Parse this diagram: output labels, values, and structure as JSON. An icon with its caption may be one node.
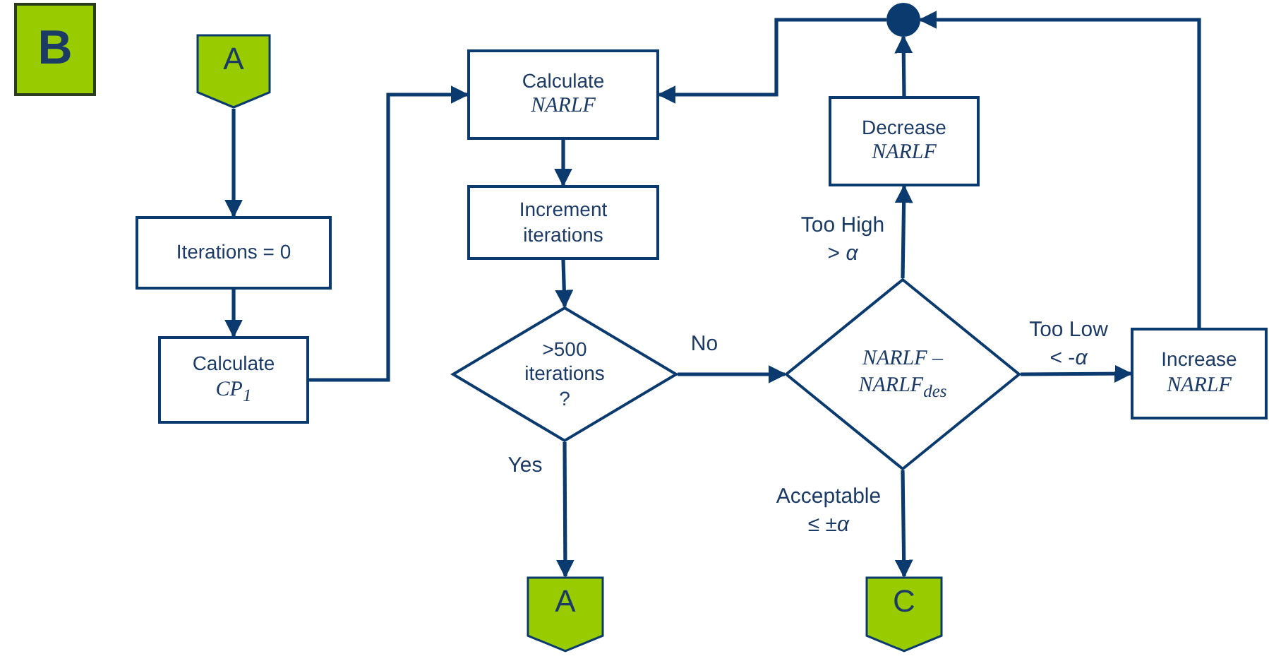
{
  "diagram": {
    "nodes": [
      {
        "text": [
          "B"
        ]
      },
      {
        "text": [
          "A"
        ]
      },
      {
        "text": [
          "Iterations = 0"
        ]
      },
      {
        "text": [
          "Calculate",
          "CP$_{1}$"
        ]
      },
      {
        "text": [
          "Calculate",
          "NARLF"
        ]
      },
      {
        "text": [
          "Increment iterations"
        ]
      },
      {
        "text": [
          ">500 iterations ?"
        ]
      },
      {
        "text": [
          "NARLF – NARLF$_{des}$"
        ]
      },
      {
        "text": [
          "Decrease",
          "NARLF"
        ]
      },
      {
        "text": [
          "Increase",
          "NARLF"
        ]
      },
      {
        "text": [],
        "shape": "circle"
      },
      {
        "text": [
          "A"
        ]
      },
      {
        "text": [
          "C"
        ]
      }
    ],
    "edges": [
      {
        "from": 1,
        "to": 2,
        "arrow": "to"
      },
      {
        "from": 2,
        "to": 3,
        "arrow": "to"
      },
      {
        "from": 3,
        "to": 4,
        "arrow": "to"
      },
      {
        "from": 4,
        "to": 5,
        "arrow": "to"
      },
      {
        "from": 5,
        "to": 6,
        "arrow": "to"
      },
      {
        "from": 6,
        "to": 7,
        "arrow": "to",
        "label": "No"
      },
      {
        "from": 6,
        "to": 11,
        "arrow": "to",
        "label": "Yes"
      },
      {
        "from": 7,
        "to": 8,
        "arrow": "to",
        "label": "Too High > *α*"
      },
      {
        "from": 7,
        "to": 9,
        "arrow": "to",
        "label": "Too Low < -*α*"
      },
      {
        "from": 7,
        "to": 12,
        "arrow": "to",
        "label": "Acceptable ≤ ±*α*"
      },
      {
        "from": 8,
        "to": 10,
        "arrow": "to"
      },
      {
        "from": 9,
        "to": 10,
        "arrow": "to"
      },
      {
        "from": 10,
        "to": 4,
        "arrow": "to"
      }
    ]
  }
}
